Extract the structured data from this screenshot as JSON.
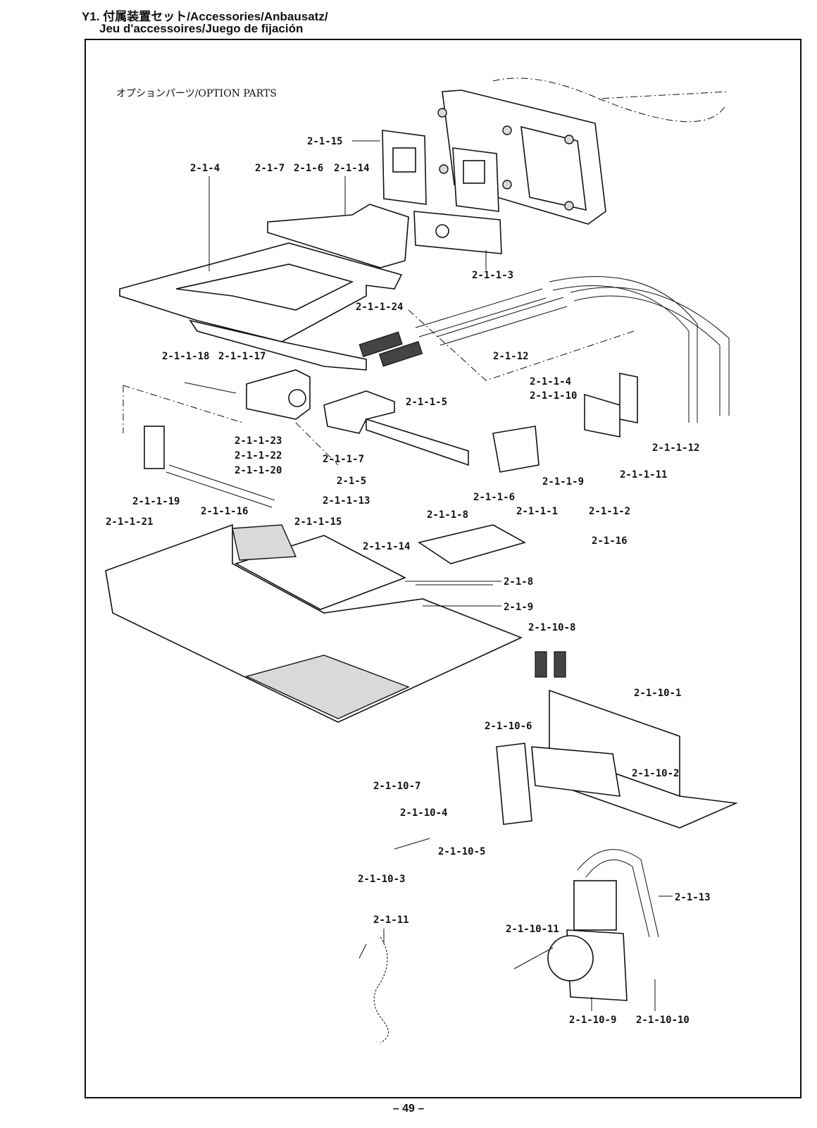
{
  "header": {
    "line1": "Y1. 付属装置セット/Accessories/Anbausatz/",
    "line2": "Jeu d'accessoires/Juego de fijación"
  },
  "option_title": "オプションパーツ/OPTION PARTS",
  "page_number": "– 49 –",
  "part_labels": [
    "2-1-15",
    "2-1-4",
    "2-1-7",
    "2-1-6",
    "2-1-14",
    "2-1-1-3",
    "2-1-1-24",
    "2-1-12",
    "2-1-1-18",
    "2-1-1-17",
    "2-1-1-4",
    "2-1-1-10",
    "2-1-1-5",
    "2-1-1-23",
    "2-1-1-22",
    "2-1-1-20",
    "2-1-1-7",
    "2-1-1-12",
    "2-1-1-11",
    "2-1-1-9",
    "2-1-5",
    "2-1-1-19",
    "2-1-1-16",
    "2-1-1-21",
    "2-1-1-13",
    "2-1-1-8",
    "2-1-1-6",
    "2-1-1-1",
    "2-1-1-2",
    "2-1-1-15",
    "2-1-1-14",
    "2-1-16",
    "2-1-8",
    "2-1-9",
    "2-1-10-8",
    "2-1-10-1",
    "2-1-10-6",
    "2-1-10-2",
    "2-1-10-7",
    "2-1-10-4",
    "2-1-10-5",
    "2-1-10-3",
    "2-1-13",
    "2-1-11",
    "2-1-10-11",
    "2-1-10-9",
    "2-1-10-10"
  ]
}
